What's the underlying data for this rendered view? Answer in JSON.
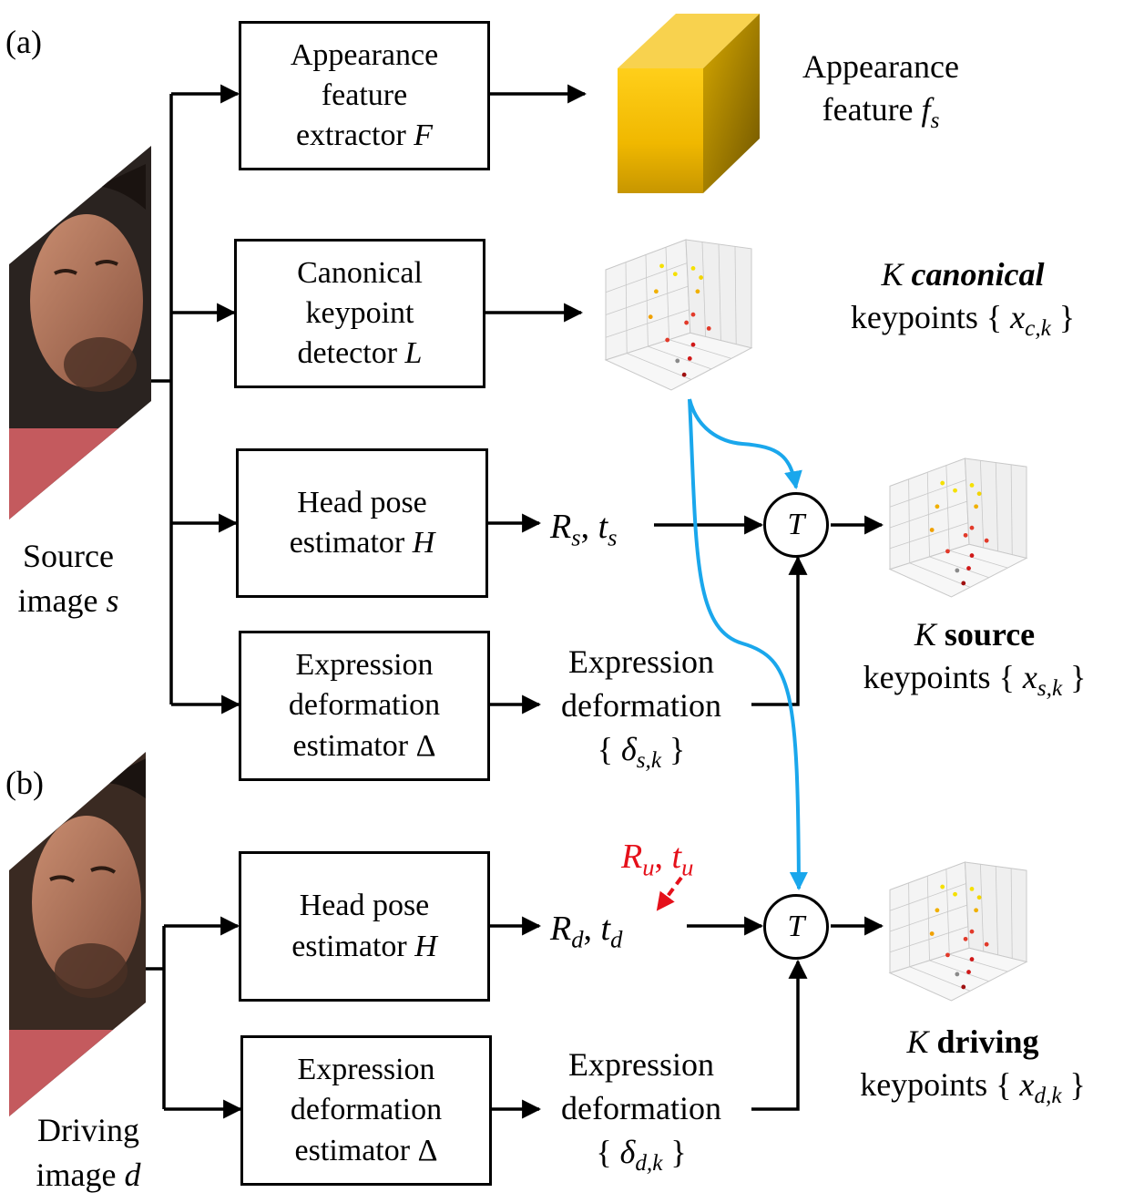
{
  "panel_a_label": "(a)",
  "panel_b_label": "(b)",
  "source_image": {
    "label_line1": "Source",
    "label_line2_text": "image",
    "label_line2_var": "s"
  },
  "driving_image": {
    "label_line1": "Driving",
    "label_line2_text": "image",
    "label_line2_var": "d"
  },
  "modules": {
    "appearance": {
      "line1": "Appearance",
      "line2": "feature",
      "line3_text": "extractor",
      "line3_var": "F"
    },
    "canonical": {
      "line1": "Canonical",
      "line2": "keypoint",
      "line3_text": "detector",
      "line3_var": "L"
    },
    "headpose_s": {
      "line1": "Head pose",
      "line2_text": "estimator",
      "line2_var": "H"
    },
    "expr_s": {
      "line1": "Expression",
      "line2": "deformation",
      "line3_text": "estimator",
      "line3_var": "Δ"
    },
    "headpose_d": {
      "line1": "Head pose",
      "line2_text": "estimator",
      "line2_var": "H"
    },
    "expr_d": {
      "line1": "Expression",
      "line2": "deformation",
      "line3_text": "estimator",
      "line3_var": "Δ"
    }
  },
  "outputs": {
    "appearance_feature": {
      "line1": "Appearance",
      "line2_text": "feature",
      "line2_var": "f",
      "line2_sub": "s"
    },
    "canonical_kp": {
      "line1_var": "K",
      "line1_bold": "canonical",
      "line2_text": "keypoints",
      "set_var": "x",
      "set_sub": "c,k"
    },
    "source_kp": {
      "line1_var": "K",
      "line1_bold": "source",
      "line2_text": "keypoints",
      "set_var": "x",
      "set_sub": "s,k"
    },
    "driving_kp": {
      "line1_var": "K",
      "line1_bold": "driving",
      "line2_text": "keypoints",
      "set_var": "x",
      "set_sub": "d,k"
    },
    "pose_s": {
      "r_sub": "s",
      "t_sub": "s"
    },
    "pose_d": {
      "r_sub": "d",
      "t_sub": "d"
    },
    "pose_u": {
      "r_sub": "u",
      "t_sub": "u"
    },
    "expr_def_s": {
      "line1": "Expression",
      "line2": "deformation",
      "var": "δ",
      "sub": "s,k"
    },
    "expr_def_d": {
      "line1": "Expression",
      "line2": "deformation",
      "var": "δ",
      "sub": "d,k"
    }
  },
  "transform_symbol": "T",
  "colors": {
    "cube_front": "#f5c400",
    "cube_top": "#f7d04a",
    "cube_side": "#a07c00",
    "blue_arrow": "#1aa7ec",
    "red_arrow": "#e5101a"
  }
}
